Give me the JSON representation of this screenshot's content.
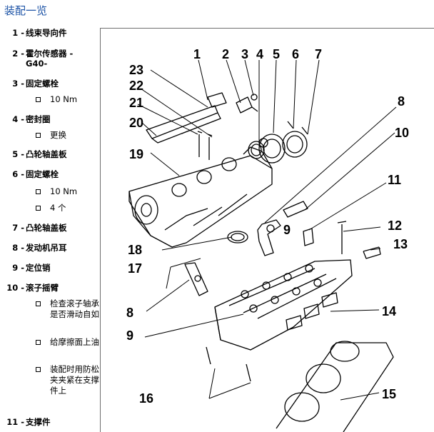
{
  "title": "装配一览",
  "items": [
    {
      "num": "1 -",
      "text": "线束导向件"
    },
    {
      "num": "2 -",
      "text": "霍尔传感器 - G40-"
    },
    {
      "num": "3 -",
      "text": "固定螺栓",
      "subs": [
        "10 Nm"
      ]
    },
    {
      "num": "4 -",
      "text": "密封圈",
      "subs": [
        "更换"
      ]
    },
    {
      "num": "5 -",
      "text": "凸轮轴盖板"
    },
    {
      "num": "6 -",
      "text": "固定螺栓",
      "subs": [
        "10 Nm",
        "4 个"
      ]
    },
    {
      "num": "7 -",
      "text": "凸轮轴盖板"
    },
    {
      "num": "8 -",
      "text": "发动机吊耳"
    },
    {
      "num": "9 -",
      "text": "定位销"
    },
    {
      "num": "10 -",
      "text": "滚子摇臂",
      "subs": [
        "检查滚子轴承是否滑动自如",
        "给摩擦面上油",
        "装配时用防松夹夹紧在支撑件上"
      ]
    },
    {
      "num": "11 -",
      "text": "支撑件"
    }
  ],
  "figure": {
    "labels": [
      "1",
      "2",
      "3",
      "4",
      "5",
      "6",
      "7",
      "8",
      "10",
      "11",
      "12",
      "13",
      "14",
      "15",
      "16",
      "9",
      "8",
      "17",
      "18",
      "9",
      "19",
      "20",
      "21",
      "22",
      "23"
    ]
  }
}
